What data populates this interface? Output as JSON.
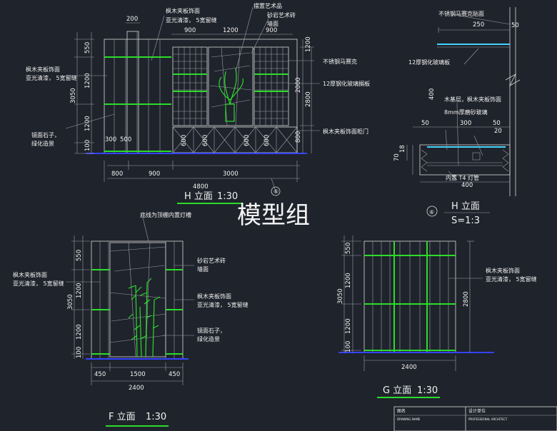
{
  "watermark": "模型组",
  "colors": {
    "background": "#1f232b",
    "line": "#d9d9d9",
    "accent_green": "#2bdc2b",
    "ground_blue": "#3344ff",
    "glass_cyan": "#45d3ff"
  },
  "elevation_h": {
    "title": "H 立面",
    "scale": "1:30",
    "section_marker": "⑥",
    "dims_top": [
      "200",
      "900",
      "1200",
      "900"
    ],
    "dims_left": [
      "100",
      "550",
      "1200",
      "1200",
      "3050"
    ],
    "dims_bottom_row1": [
      "800",
      "900",
      "3000"
    ],
    "dims_bottom_total": "4800",
    "dims_right": [
      "1200",
      "2000",
      "800",
      "2800"
    ],
    "inner_dims": [
      "300",
      "500",
      "600",
      "600",
      "600",
      "600"
    ],
    "notes": {
      "maple_veneer": "枫木夹板饰面\n亚光清漆， 5宽留缝",
      "art_decor": "摆置艺术品",
      "sandstone": "砂岩艺术砖\n墙面",
      "steel_frame": "不锈钢马赛克",
      "glass_shelf": "12厚钢化玻璃搁板",
      "door": "枫木夹板饰面柜门",
      "pebbles": "镜面石子，\n绿化造景",
      "left_finish": "枫木夹板饰面\n亚光清漆， 5宽留缝"
    }
  },
  "section_6": {
    "title": "H 立面",
    "scale": "S=1:3",
    "marker": "⑥",
    "dims": [
      "250",
      "50",
      "400",
      "50",
      "300",
      "50",
      "20",
      "400",
      "18",
      "70"
    ],
    "notes": {
      "steel_edge": "不锈钢马赛克贴面",
      "glass": "12厚钢化玻璃板",
      "wood": "木基层，枫木夹板饰面",
      "frosted": "8mm厚磨砂玻璃",
      "lamp": "内置 T4  灯管"
    }
  },
  "elevation_f": {
    "title": "F 立面",
    "scale": "1:30",
    "dims_left": [
      "550",
      "1200",
      "1200",
      "100",
      "3050"
    ],
    "dims_bottom": [
      "450",
      "1500",
      "450"
    ],
    "dims_bottom_total": "2400",
    "notes": {
      "top": "底线为顶棚内置灯槽",
      "left": "枫木夹板饰面\n亚光清漆， 5宽留缝",
      "sandstone": "砂岩艺术砖\n墙面",
      "maple": "枫木夹板饰面\n亚光清漆， 5宽留缝",
      "pebbles": "镜面石子，\n绿化造景"
    }
  },
  "elevation_g": {
    "title": "G 立面",
    "scale": "1:30",
    "dims_left": [
      "550",
      "1200",
      "1200",
      "100",
      "3050"
    ],
    "dims_right": "2800",
    "dims_bottom_total": "2400",
    "notes": {
      "right": "枫木夹板饰面\n亚光清漆， 5宽留缝"
    }
  },
  "title_block": {
    "left_label": "图名",
    "left_sub": "DRAWING NAME",
    "right_label": "设计单位",
    "right_sub": "PROFESSIONAL ARCHITECT"
  }
}
